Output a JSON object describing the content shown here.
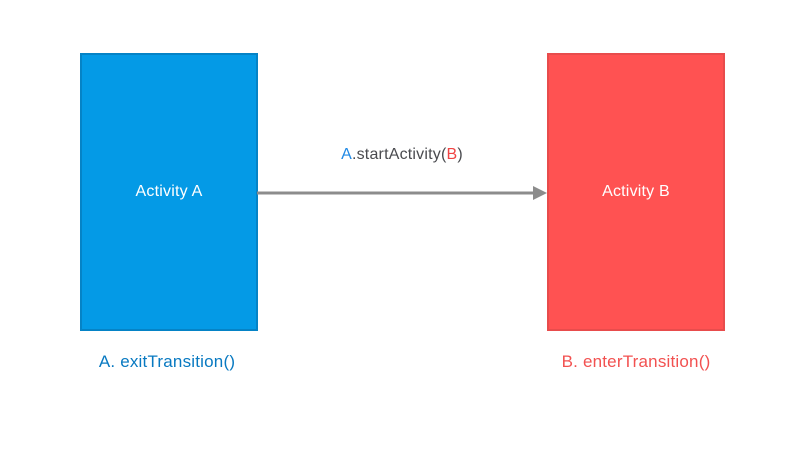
{
  "canvas": {
    "background": "#ffffff"
  },
  "boxes": {
    "a": {
      "label": "Activity A",
      "fill": "#049AE6",
      "border": "#0583C6",
      "text_color": "#ffffff"
    },
    "b": {
      "label": "Activity B",
      "fill": "#FF5252",
      "border": "#E84C4C",
      "text_color": "#ffffff"
    }
  },
  "arrow": {
    "color": "#8C8C8C",
    "label_parts": [
      {
        "text": "A",
        "color": "#1E88E5"
      },
      {
        "text": ".startActivity(",
        "color": "#4A4B4F"
      },
      {
        "text": "B",
        "color": "#F04444"
      },
      {
        "text": ")",
        "color": "#4A4B4F"
      }
    ]
  },
  "captions": {
    "a": {
      "text": "A. exitTransition()",
      "color": "#0879C1"
    },
    "b": {
      "text": "B. enterTransition()",
      "color": "#F25150"
    }
  }
}
